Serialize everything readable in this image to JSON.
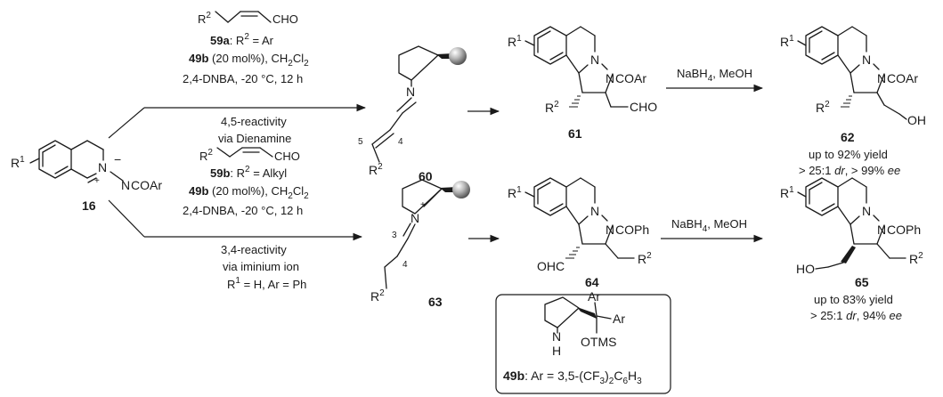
{
  "structures": {
    "start": {
      "number": "16",
      "r1": "R",
      "r1_sup": "1",
      "n_plus_atom": "N",
      "plus": "+",
      "minus": "−",
      "n_anion": "N",
      "acyl": "COAr"
    },
    "dienamine": {
      "number": "60",
      "n": "N",
      "r2": "R",
      "r2_sup": "2",
      "pos5": "5",
      "pos4": "4"
    },
    "aldehyde_61": {
      "number": "61",
      "r1": "R",
      "r1_sup": "1",
      "n1": "N",
      "n2": "N",
      "acyl": "COAr",
      "r2": "R",
      "r2_sup": "2",
      "cho": "CHO"
    },
    "alcohol_62": {
      "number": "62",
      "r1": "R",
      "r1_sup": "1",
      "n1": "N",
      "n2": "N",
      "acyl": "COAr",
      "r2": "R",
      "r2_sup": "2",
      "oh": "OH",
      "yield": "up to 92% yield",
      "dr_prefix": "> 25:1 ",
      "dr_italic": "dr",
      "ee_mid": ", > 99% ",
      "ee_italic": "ee"
    },
    "iminium": {
      "number": "63",
      "n": "N",
      "plus": "+",
      "r2": "R",
      "r2_sup": "2",
      "pos3": "3",
      "pos4": "4"
    },
    "aldehyde_64": {
      "number": "64",
      "r1": "R",
      "r1_sup": "1",
      "n1": "N",
      "n2": "N",
      "acyl": "COPh",
      "ohc": "OHC",
      "r2": "R",
      "r2_sup": "2"
    },
    "alcohol_65": {
      "number": "65",
      "r1": "R",
      "r1_sup": "1",
      "n1": "N",
      "n2": "N",
      "acyl": "COPh",
      "ho": "HO",
      "r2": "R",
      "r2_sup": "2",
      "yield": "up to 83% yield",
      "dr_prefix": "> 25:1 ",
      "dr_italic": "dr",
      "ee_mid": ", 94% ",
      "ee_italic": "ee"
    },
    "catalyst": {
      "n": "N",
      "h": "H",
      "ar1": "Ar",
      "ar2": "Ar",
      "otms": "OTMS",
      "label_num": "49b",
      "label_prefix": ": Ar = 3,5-(CF",
      "label_sub1": "3",
      "label_mid": ")",
      "label_sub2": "2",
      "label_c": "C",
      "label_sub3": "6",
      "label_h": "H",
      "label_sub4": "3"
    }
  },
  "conditions": {
    "top": {
      "enal_r": "R",
      "enal_sup": "2",
      "enal_cho": "CHO",
      "sub_num": "59a",
      "sub_rest_prefix": ": R",
      "sub_rest_sup": "2",
      "sub_rest_tail": " = Ar",
      "cat_num": "49b",
      "cat_rest": " (20 mol%), CH",
      "cat_sub1": "2",
      "cat_cl": "Cl",
      "cat_sub2": "2",
      "additive": "2,4-DNBA, -20 °C, 12 h",
      "mode": "4,5-reactivity",
      "via": "via Dienamine"
    },
    "bottom": {
      "enal_r": "R",
      "enal_sup": "2",
      "enal_cho": "CHO",
      "sub_num": "59b",
      "sub_rest_prefix": ": R",
      "sub_rest_sup": "2",
      "sub_rest_tail": " = Alkyl",
      "cat_num": "49b",
      "cat_rest": " (20 mol%), CH",
      "cat_sub1": "2",
      "cat_cl": "Cl",
      "cat_sub2": "2",
      "additive": "2,4-DNBA, -20 °C, 12 h",
      "mode": "3,4-reactivity",
      "via": "via iminium ion",
      "scope_r": "R",
      "scope_sup": "1",
      "scope_tail": " = H, Ar = Ph"
    },
    "reduction_top": {
      "reagent_a": "NaBH",
      "reagent_sub": "4",
      "reagent_b": ", MeOH"
    },
    "reduction_bottom": {
      "reagent_a": "NaBH",
      "reagent_sub": "4",
      "reagent_b": ", MeOH"
    }
  }
}
